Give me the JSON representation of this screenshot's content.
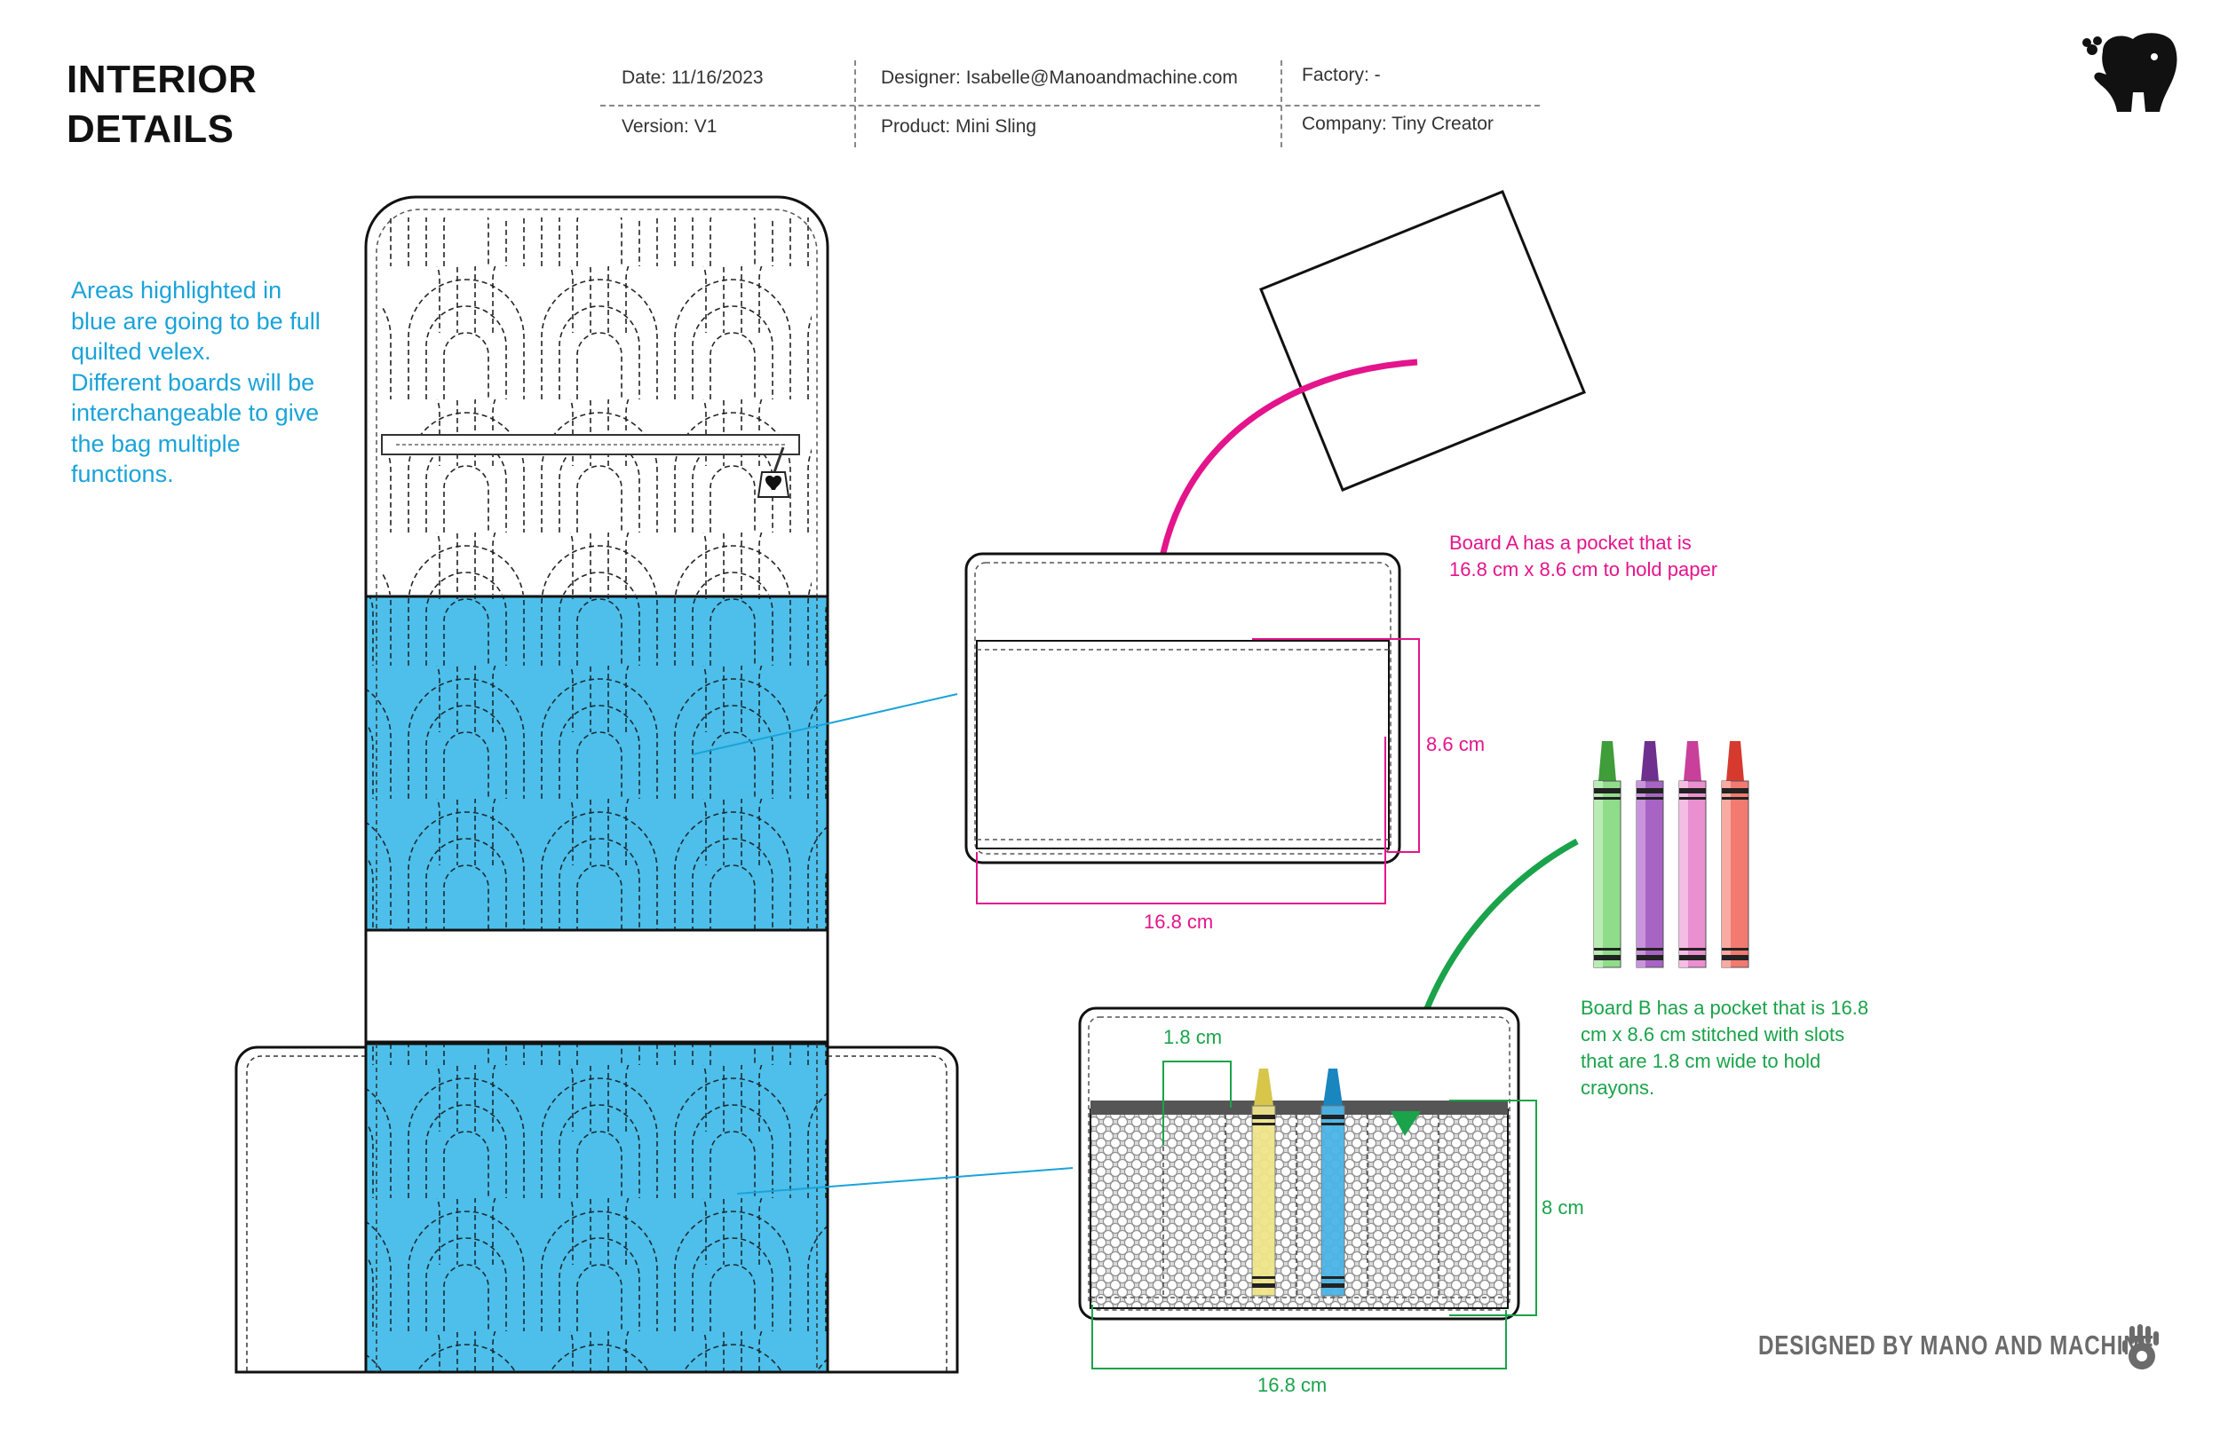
{
  "header": {
    "title_line1": "INTERIOR",
    "title_line2": "DETAILS",
    "date": "Date: 11/16/2023",
    "designer": "Designer: Isabelle@Manoandmachine.com",
    "factory": "Factory: -",
    "version": "Version: V1",
    "product": "Product: Mini Sling",
    "company": "Company: Tiny Creator"
  },
  "notes": {
    "blue_note": [
      "Areas highlighted in",
      "blue are going to be full",
      "quilted velex.",
      "Different boards will be",
      "interchangeable to give",
      "the bag multiple",
      "functions."
    ],
    "board_a": [
      "Board A has a pocket that is",
      "16.8 cm x 8.6 cm to hold paper"
    ],
    "board_b": [
      "Board B has a pocket that is 16.8",
      "cm x 8.6 cm stitched with slots",
      "that are 1.8 cm wide to hold",
      "crayons."
    ]
  },
  "dimensions": {
    "board_a_height": "8.6 cm",
    "board_a_width": "16.8 cm",
    "board_b_slot": "1.8 cm",
    "board_b_height": "8 cm",
    "board_b_width": "16.8 cm"
  },
  "footer": {
    "credit": "DESIGNED BY MANO AND MACHINE"
  },
  "icons": {
    "logo": "elephant-logo-icon",
    "footer_logo": "hand-gear-icon",
    "zipper_pull": "zipper-pull-icon"
  },
  "colors": {
    "quilt_blue": "#4dbfea",
    "note_blue": "#1aa3d9",
    "board_a_pink": "#e4148c",
    "board_b_green": "#1aa34a",
    "crayon_green": "#6fce6a",
    "crayon_purple": "#9b4fb8",
    "crayon_pink": "#e77bc8",
    "crayon_red": "#f0655b",
    "crayon_yellow": "#ece07a",
    "crayon_blue": "#3aaee0"
  }
}
